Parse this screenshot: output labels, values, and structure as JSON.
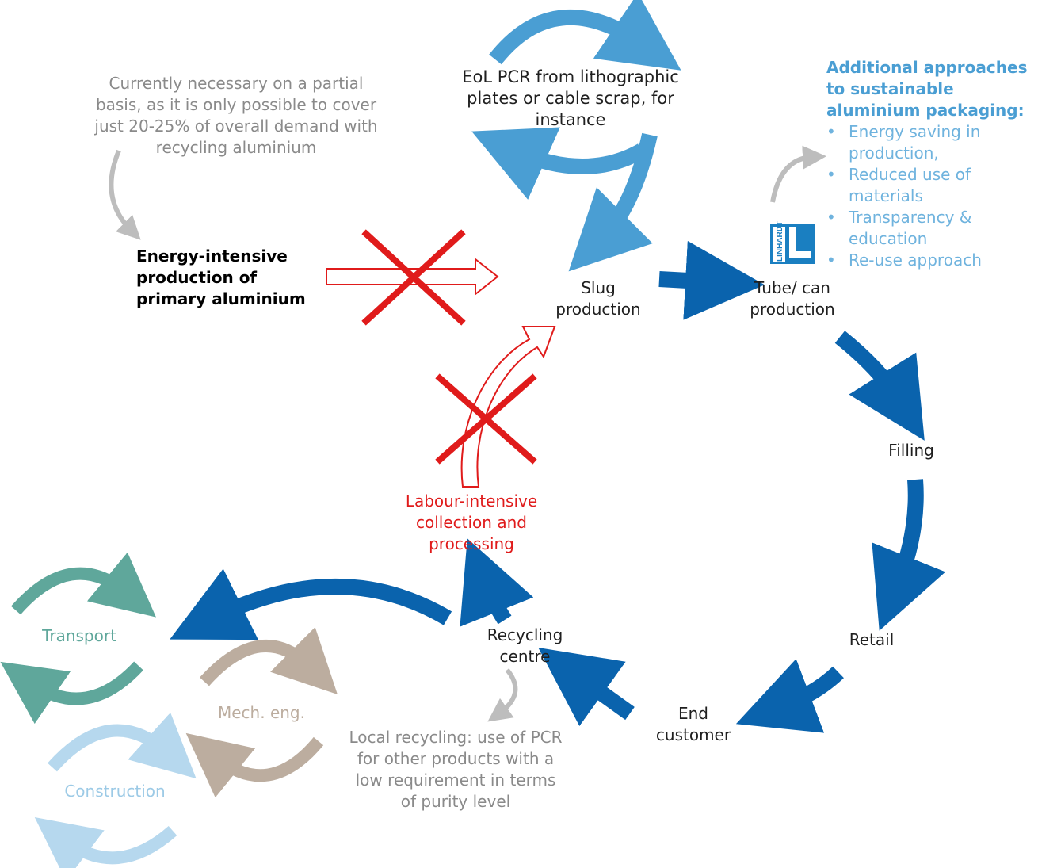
{
  "note_top": "Currently necessary on a partial basis, as it is only possible to cover just 20-25% of overall demand with recycling aluminium",
  "eol_pcr": "EoL PCR from lithographic plates or cable scrap, for instance",
  "primary_aluminium": "Energy-intensive production of primary aluminium",
  "slug_production": "Slug production",
  "tube_can_production": "Tube/ can production",
  "filling": "Filling",
  "retail": "Retail",
  "end_customer": "End customer",
  "recycling_centre": "Recycling centre",
  "labour_intensive": "Labour-intensive collection and processing",
  "local_recycling": "Local recycling: use of PCR for other products with a low requirement in terms of purity level",
  "transport": "Transport",
  "mech_eng": "Mech. eng.",
  "construction": "Construction",
  "logo_text": "LINHARDT",
  "additional": {
    "title": "Additional approaches to sustainable aluminium packaging:",
    "items": [
      "Energy saving in production,",
      "Reduced use of materials",
      "Transparency & education",
      "Re-use approach"
    ]
  },
  "colors": {
    "main_blue": "#0a63ad",
    "light_blue": "#4a9ed3",
    "teal": "#5fa79b",
    "taupe": "#bcad9f",
    "pale_blue": "#b6d8ee",
    "red": "#e01b1b",
    "grey": "#bdbdbd"
  }
}
